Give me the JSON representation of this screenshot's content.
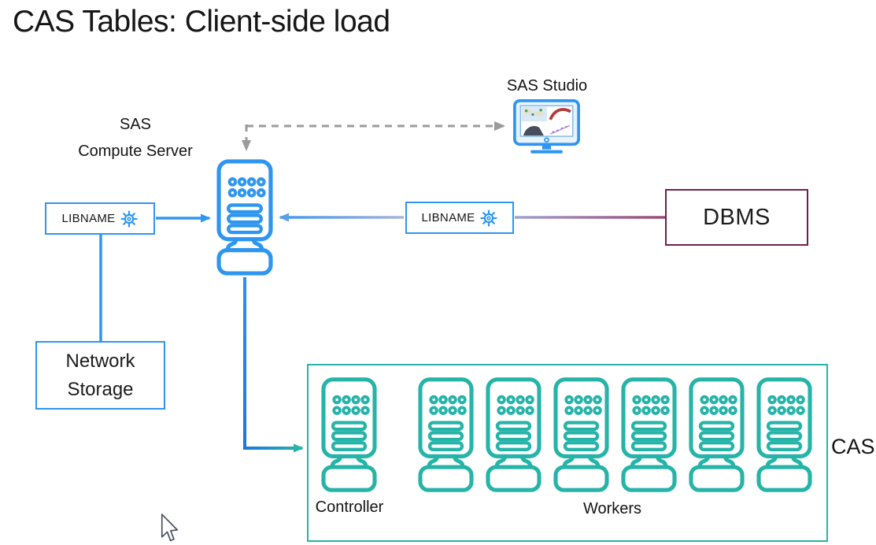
{
  "title": "CAS Tables: Client-side load",
  "nodes": {
    "sas_studio": {
      "label": "SAS Studio",
      "icon": "monitor-icon"
    },
    "compute_server": {
      "label_line1": "SAS",
      "label_line2": "Compute Server",
      "icon": "server-icon"
    },
    "libname_compute": {
      "label": "LIBNAME",
      "icon": "gear-icon"
    },
    "libname_dbms": {
      "label": "LIBNAME",
      "icon": "gear-icon"
    },
    "dbms": {
      "label": "DBMS"
    },
    "network_storage": {
      "label_line1": "Network",
      "label_line2": "Storage"
    }
  },
  "cas": {
    "label": "CAS",
    "controller_label": "Controller",
    "workers_label": "Workers",
    "workers_count": 6,
    "icon": "server-icon"
  },
  "colors": {
    "blue": "#2E96F0",
    "teal": "#26B4A8",
    "dbms_border": "#6E2148",
    "dbms_line_pink": "#9E4871",
    "dashed_gray": "#9B9B9B",
    "text": "#161616"
  },
  "cursor": {
    "icon": "mouse-cursor"
  }
}
